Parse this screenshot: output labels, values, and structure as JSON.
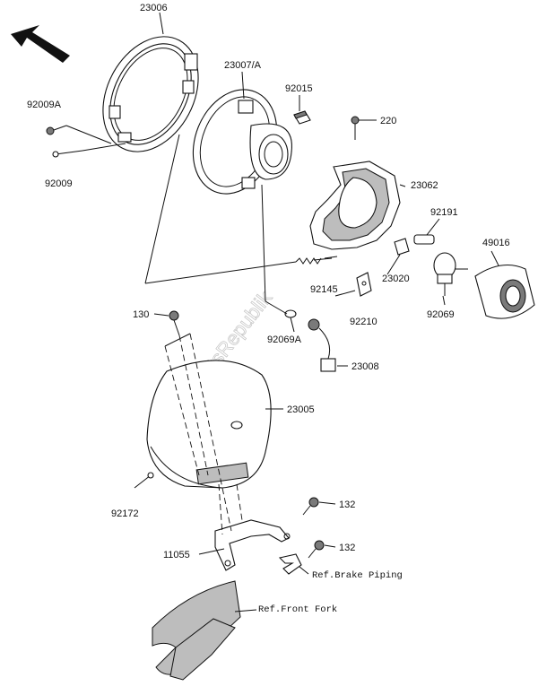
{
  "labels": {
    "p23006": "23006",
    "p23007a": "23007/A",
    "p92015": "92015",
    "p92009a": "92009A",
    "p92009": "92009",
    "p220": "220",
    "p23062": "23062",
    "p92191": "92191",
    "p49016": "49016",
    "p92145": "92145",
    "p23020": "23020",
    "p92210": "92210",
    "p92069": "92069",
    "p130": "130",
    "p92069a": "92069A",
    "p23008": "23008",
    "p23005": "23005",
    "p92172": "92172",
    "p132a": "132",
    "p132b": "132",
    "p11055": "11055",
    "ref_brake": "Ref.Brake Piping",
    "ref_fork": "Ref.Front Fork"
  },
  "watermark": "PartsRepublik",
  "colors": {
    "line": "#111111",
    "shade": "#bdbdbd",
    "dark": "#7a7a7a",
    "watermark": "#c8c8c8"
  },
  "icons": {
    "direction": "front-direction-arrow-icon"
  }
}
